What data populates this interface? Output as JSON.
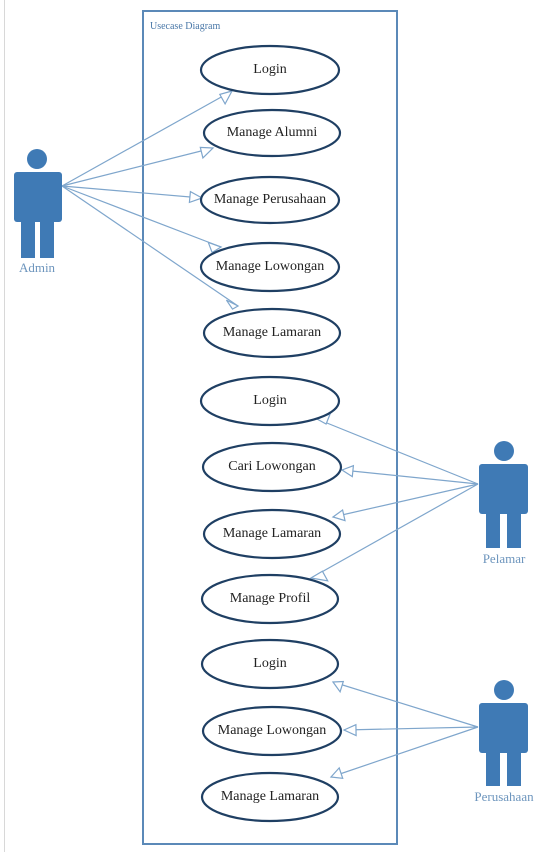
{
  "diagram": {
    "title": "Usecase Diagram",
    "actors": {
      "admin": "Admin",
      "pelamar": "Pelamar",
      "perusahaan": "Perusahaan"
    },
    "use_cases": [
      {
        "id": "admin-login",
        "label": "Login"
      },
      {
        "id": "manage-alumni",
        "label": "Manage Alumni"
      },
      {
        "id": "manage-perusahaan",
        "label": "Manage Perusahaan"
      },
      {
        "id": "admin-manage-lowongan",
        "label": "Manage Lowongan"
      },
      {
        "id": "admin-manage-lamaran",
        "label": "Manage Lamaran"
      },
      {
        "id": "pelamar-login",
        "label": "Login"
      },
      {
        "id": "cari-lowongan",
        "label": "Cari Lowongan"
      },
      {
        "id": "pelamar-manage-lamaran",
        "label": "Manage Lamaran"
      },
      {
        "id": "manage-profil",
        "label": "Manage Profil"
      },
      {
        "id": "perusahaan-login",
        "label": "Login"
      },
      {
        "id": "perusahaan-manage-lowongan",
        "label": "Manage Lowongan"
      },
      {
        "id": "perusahaan-manage-lamaran",
        "label": "Manage Lamaran"
      }
    ],
    "colors": {
      "actor": "#3f7ab5",
      "association": "#7fa6cc",
      "boundary": "#5b89b8",
      "ellipse_stroke": "#1f3f63"
    }
  }
}
